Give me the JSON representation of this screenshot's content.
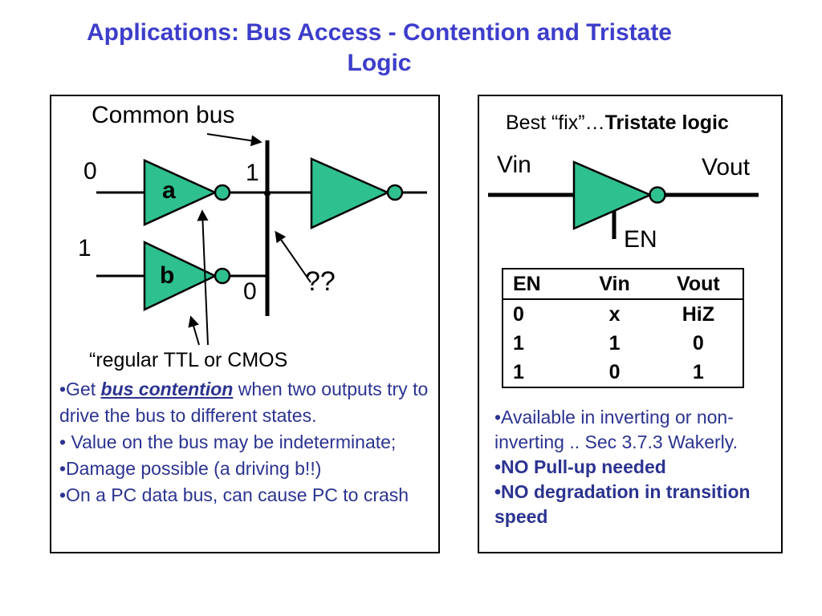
{
  "colors": {
    "gate_green": "#2fc08f",
    "title_blue": "#3d3dcb",
    "body_navy": "#2b3390"
  },
  "title": {
    "line1": "Applications: Bus Access - Contention and Tristate",
    "line2": "Logic"
  },
  "left_panel": {
    "heading": "Common bus",
    "gate_a_label": "a",
    "gate_b_label": "b",
    "input_a": "0",
    "output_a": "1",
    "input_b": "1",
    "output_b": "0",
    "question": "??",
    "note": "“regular TTL or CMOS",
    "bullets": [
      {
        "prefix": "•Get ",
        "emphasis": "bus contention",
        "suffix": " when two outputs try to drive the bus to different states."
      },
      {
        "text": "• Value on the bus may be indeterminate;"
      },
      {
        "text": "•Damage possible (a driving b!!)"
      },
      {
        "text": "•On a PC data bus, can cause PC to crash"
      }
    ]
  },
  "right_panel": {
    "heading_prefix": "Best “fix”…",
    "heading_bold": "Tristate logic",
    "vin_label": "Vin",
    "vout_label": "Vout",
    "en_label": "EN",
    "table": {
      "headers": [
        "EN",
        "Vin",
        "Vout"
      ],
      "rows": [
        [
          "0",
          "x",
          "HiZ"
        ],
        [
          "1",
          "1",
          "0"
        ],
        [
          "1",
          "0",
          "1"
        ]
      ]
    },
    "bullets": [
      {
        "text": "•Available in inverting or non-inverting .. Sec 3.7.3 Wakerly.",
        "bold": false
      },
      {
        "text": "•NO Pull-up needed",
        "bold": true
      },
      {
        "text": "•NO degradation in transition speed",
        "bold": true
      }
    ]
  }
}
